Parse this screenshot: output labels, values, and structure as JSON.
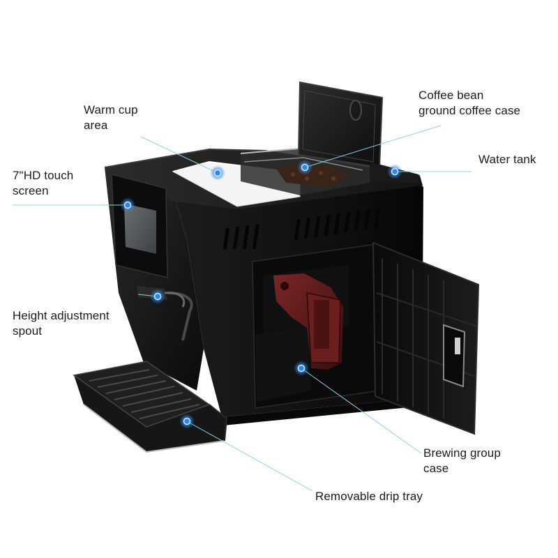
{
  "callouts": {
    "warm_cup_area": {
      "line1": "Warm cup",
      "line2": "area"
    },
    "coffee_bean_case": {
      "line1": "Coffee bean",
      "line2": "ground coffee case"
    },
    "water_tank": {
      "line1": "Water tank"
    },
    "touch_screen": {
      "line1": "7\"HD touch",
      "line2": "screen"
    },
    "height_adjustment_spout": {
      "line1": "Height adjustment",
      "line2": "spout"
    },
    "brewing_group_case": {
      "line1": "Brewing group",
      "line2": "case"
    },
    "drip_tray": {
      "line1": "Removable drip tray"
    }
  },
  "colors": {
    "leader_line": "#8fd3ee",
    "marker_fill": "#2f86ea",
    "body": "#151515",
    "brew_unit": "#5a1a1a"
  }
}
